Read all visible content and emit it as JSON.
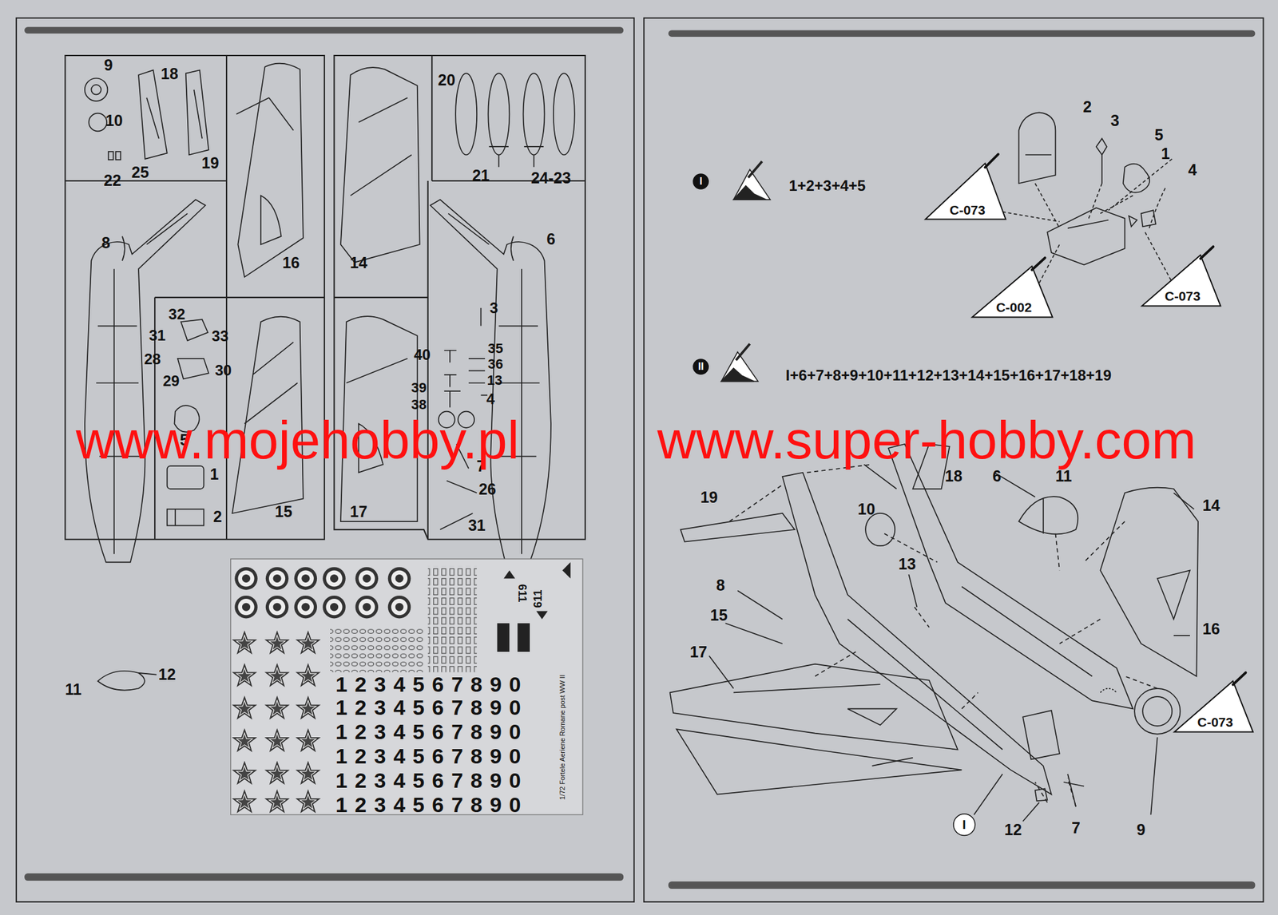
{
  "diagram": {
    "nodes": [
      {
        "text": [
          "I"
        ]
      },
      {
        "text": [
          "C-073"
        ]
      },
      {
        "text": [
          "C-073"
        ]
      },
      {
        "text": [
          "C-002"
        ]
      },
      {
        "text": [
          "II"
        ]
      },
      {
        "text": [
          "C-073"
        ]
      },
      {
        "text": [
          "I"
        ]
      }
    ],
    "labels": [
      "9",
      "18",
      "10",
      "19",
      "22",
      "25",
      "8",
      "16",
      "14",
      "20",
      "21",
      "24-23",
      "6",
      "32",
      "31",
      "33",
      "28",
      "30",
      "29",
      "5",
      "1",
      "2",
      "15",
      "17",
      "40",
      "3",
      "35",
      "36",
      "13",
      "39",
      "38",
      "4",
      "7",
      "26",
      "31",
      "11",
      "12",
      "611",
      "611",
      "1234567890",
      "1234567890",
      "1234567890",
      "1234567890",
      "1234567890",
      "1234567890",
      "1/72 Fortele Aeriene Romane post WW II",
      "www.mojehobby.pl",
      "www.super-hobby.com",
      "1+2+3+4+5",
      "2",
      "3",
      "5",
      "1",
      "4",
      "I+6+7+8+9+10+11+12+13+14+15+16+17+18+19",
      "18",
      "6",
      "11",
      "19",
      "10",
      "14",
      "8",
      "13",
      "15",
      "16",
      "17",
      "12",
      "7",
      "9"
    ]
  }
}
